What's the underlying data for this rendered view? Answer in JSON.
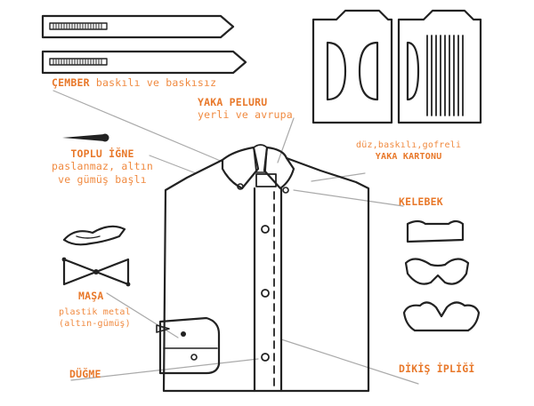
{
  "colors": {
    "accent": "#e8782a",
    "line": "#222222",
    "leader": "#aaaaaa"
  },
  "labels": {
    "cember_main": "ÇEMBER",
    "cember_sub": "baskılı ve baskısız",
    "yaka_peluru_main": "YAKA PELURU",
    "yaka_peluru_sub": "yerli ve avrupa",
    "kartonu_sub": "düz,baskılı,gofreli",
    "kartonu_main": "YAKA KARTONU",
    "topluigne_main": "TOPLU İĞNE",
    "topluigne_sub1": "paslanmaz, altın",
    "topluigne_sub2": "ve gümüş başlı",
    "kelebek_main": "KELEBEK",
    "masa_main": "MAŞA",
    "masa_sub1": "plastik metal",
    "masa_sub2": "(altın-gümüş)",
    "dugme_main": "DÜĞME",
    "dikis_main": "DİKİŞ İPLİĞİ"
  }
}
